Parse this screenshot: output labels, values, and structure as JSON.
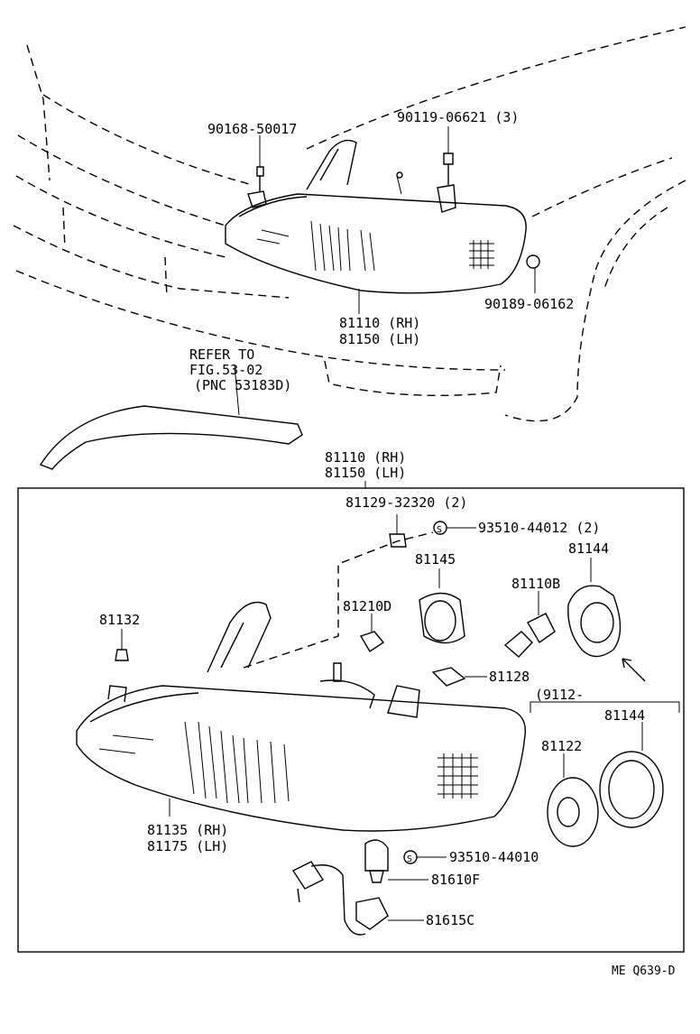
{
  "labels": {
    "p90168": "90168-50017",
    "p90119": "90119-06621 (3)",
    "p90189": "90189-06162",
    "top_rh": "81110 (RH)",
    "top_lh": "81150 (LH)",
    "refer1": "REFER TO",
    "refer2": "FIG.53-02",
    "refer3": "(PNC 53183D)",
    "box_rh": "81110 (RH)",
    "box_lh": "81150 (LH)",
    "p81129": "81129-32320 (2)",
    "p93510a": "93510-44012 (2)",
    "p81145": "81145",
    "p81144a": "81144",
    "p81110b": "81110B",
    "p81210d": "81210D",
    "p81132": "81132",
    "p81128": "81128",
    "p9112": "(9112-",
    "p81144b": "81144",
    "p81122": "81122",
    "lens_rh": "81135 (RH)",
    "lens_lh": "81175 (LH)",
    "p93510b": "93510-44010",
    "p81610f": "81610F",
    "p81615c": "81615C",
    "ref_code": "ME Q639-D",
    "s_mark": "S"
  }
}
